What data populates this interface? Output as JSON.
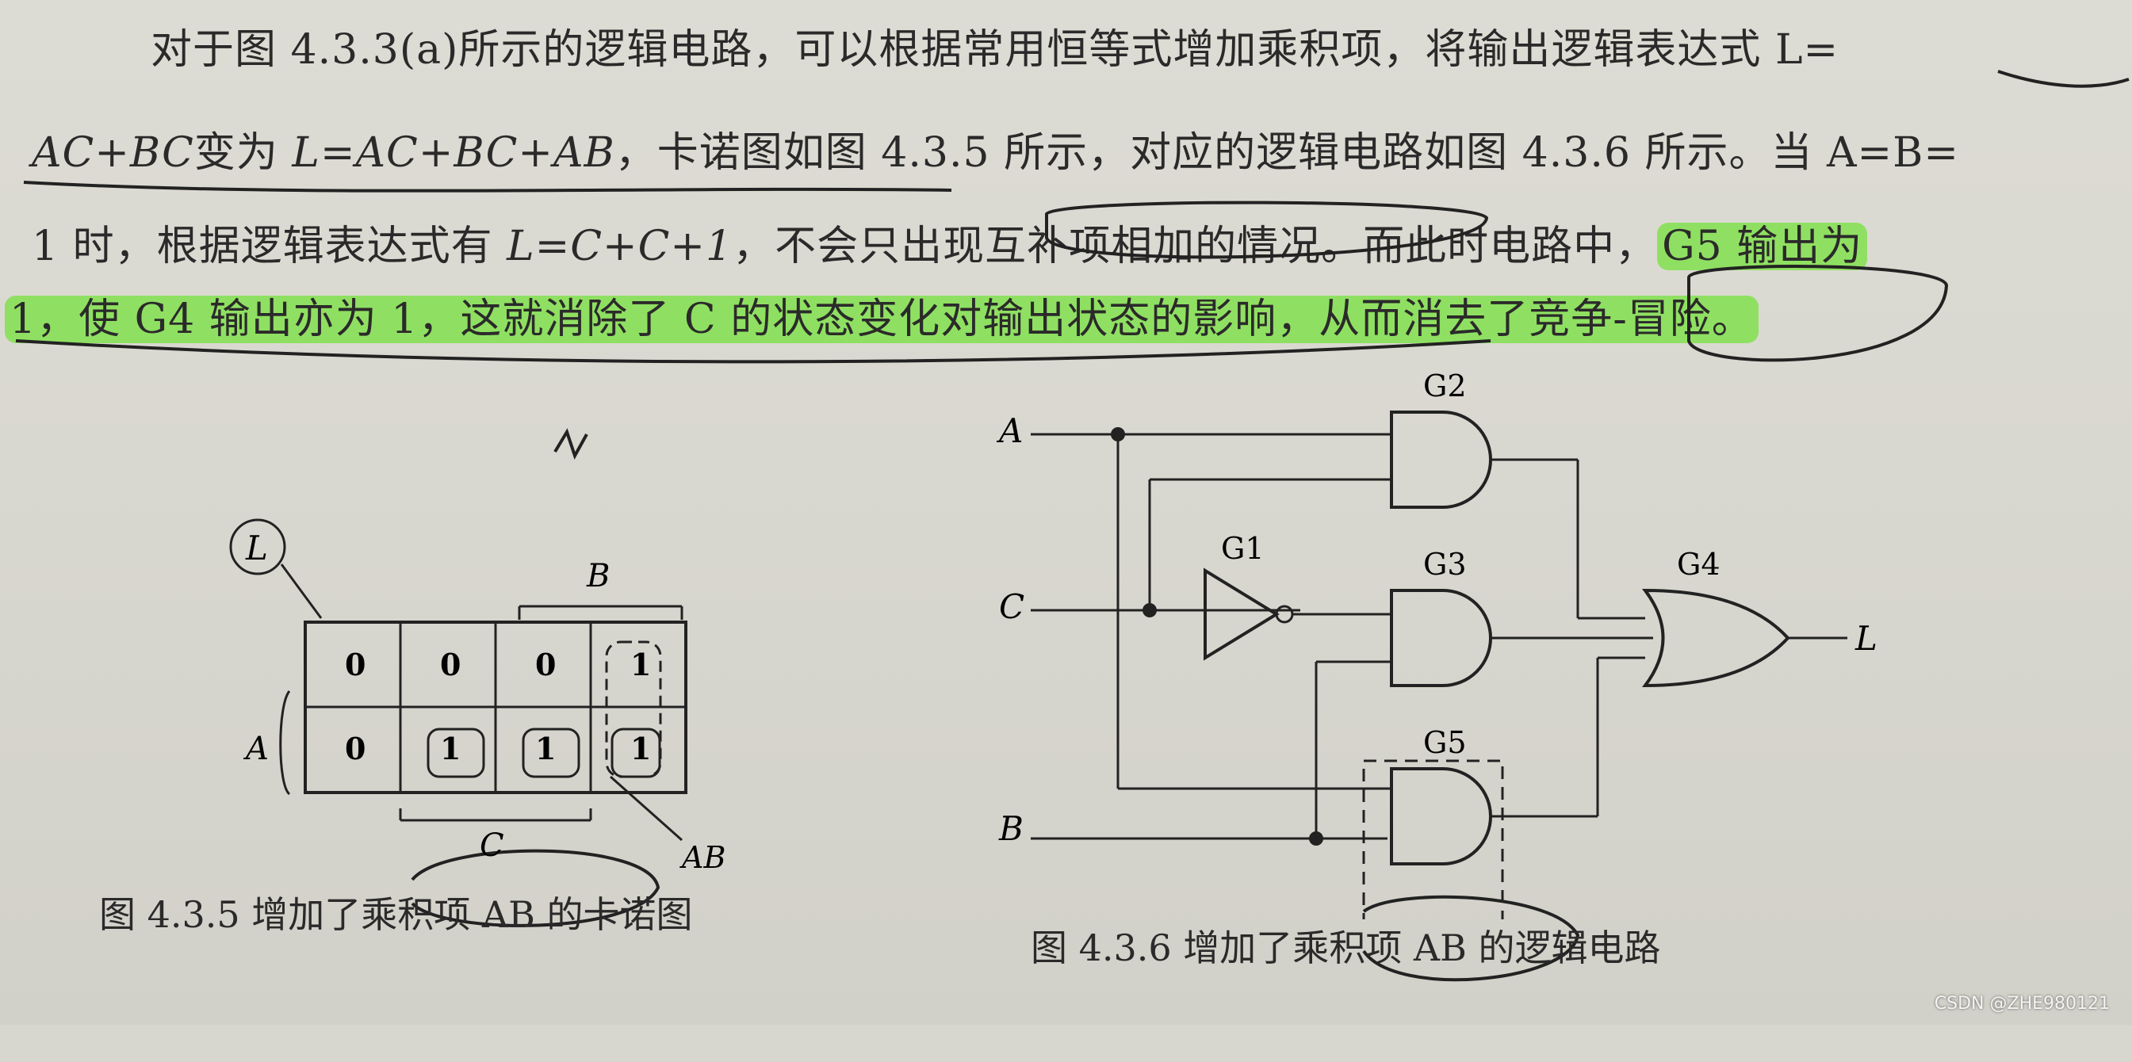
{
  "paragraph": {
    "line1": "对于图 4.3.3(a)所示的逻辑电路，可以根据常用恒等式增加乘积项，将输出逻辑表达式 L=",
    "line2_expr1": "AC+BC",
    "line2_mid": "变为 ",
    "line2_expr2": "L=AC+BC+AB",
    "line2_rest": "，卡诺图如图 4.3.5 所示，对应的逻辑电路如图 4.3.6 所示。当 A=B=",
    "line3_a": "1 时，根据逻辑表达式有 ",
    "line3_expr": "L=C+C+1",
    "line3_b": "，不会只出现互补项相加的情况。而此时电路中，",
    "line3_hl": "G5 输出为",
    "line4_hl": "1，使 G4 输出亦为 1，这就消除了 C 的状态变化对输出状态的影响，从而消去了竞争-冒险。"
  },
  "kmap": {
    "output_label": "L",
    "top_label": "B",
    "left_label": "A",
    "bottom_label": "C",
    "group_label": "AB",
    "row0": [
      "0",
      "0",
      "0",
      "1"
    ],
    "row1": [
      "0",
      "1",
      "1",
      "1"
    ]
  },
  "circuit": {
    "inputs": [
      "A",
      "C",
      "B"
    ],
    "gates": [
      "G2",
      "G1",
      "G3",
      "G4",
      "G5"
    ],
    "output": "L"
  },
  "captions": {
    "fig435": "图 4.3.5   增加了乘积项 AB 的卡诺图",
    "fig436": "图 4.3.6   增加了乘积项 AB 的逻辑电路"
  },
  "watermark": "CSDN @ZHE980121",
  "colors": {
    "highlight": "#76e23c",
    "ink": "#1f1f1f",
    "paper": "#d8d7cf"
  }
}
